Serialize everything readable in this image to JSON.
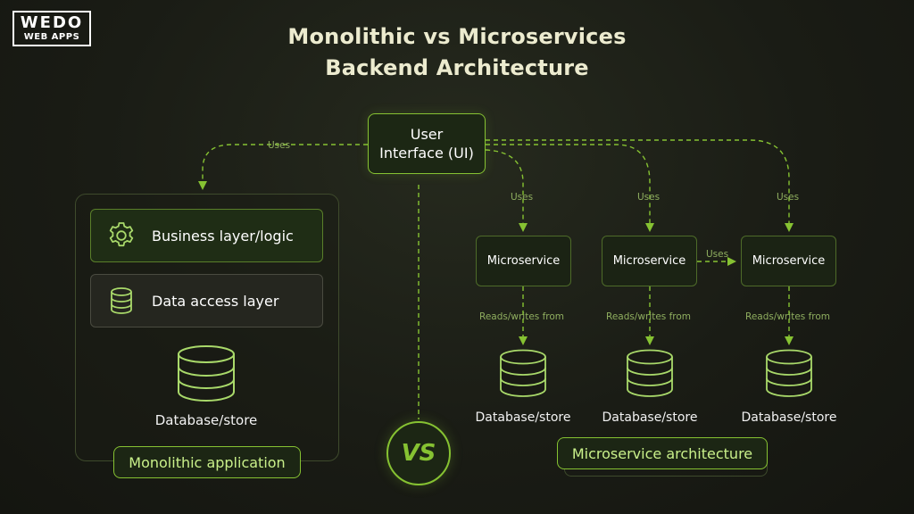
{
  "logo": {
    "line1": "WEDO",
    "line2": "WEB APPS"
  },
  "title": {
    "line1": "Monolithic vs Microservices",
    "line2": "Backend Architecture"
  },
  "ui_node": {
    "line1": "User",
    "line2": "Interface (UI)"
  },
  "edge_labels": {
    "uses": "Uses",
    "reads_writes": "Reads/writes from"
  },
  "monolith": {
    "business_layer": "Business layer/logic",
    "data_layer": "Data access layer",
    "database": "Database/store",
    "label": "Monolithic application"
  },
  "microservices": {
    "services": [
      {
        "name": "Microservice",
        "database": "Database/store"
      },
      {
        "name": "Microservice",
        "database": "Database/store"
      },
      {
        "name": "Microservice",
        "database": "Database/store"
      }
    ],
    "label": "Microservice architecture"
  },
  "vs_badge": "VS",
  "colors": {
    "accent": "#86c232",
    "title": "#ecebcf",
    "background": "#1a1c15"
  }
}
